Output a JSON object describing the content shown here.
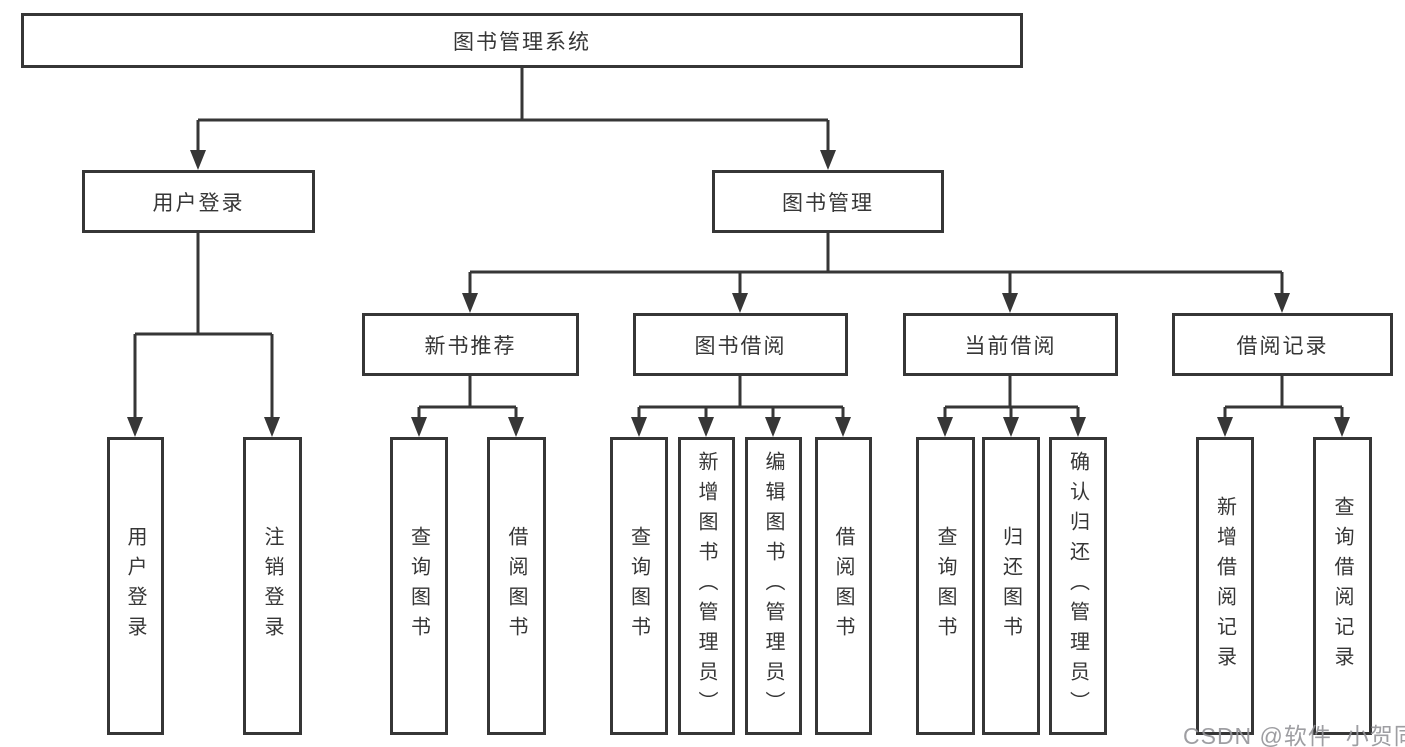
{
  "tree": {
    "root": {
      "label": "图书管理系统"
    },
    "branches": [
      {
        "label": "用户登录",
        "children": [
          {
            "label": "用户登录"
          },
          {
            "label": "注销登录"
          }
        ]
      },
      {
        "label": "图书管理",
        "children": [
          {
            "label": "新书推荐",
            "children": [
              {
                "label": "查询图书"
              },
              {
                "label": "借阅图书"
              }
            ]
          },
          {
            "label": "图书借阅",
            "children": [
              {
                "label": "查询图书"
              },
              {
                "label": "新增图书（管理员）"
              },
              {
                "label": "编辑图书（管理员）"
              },
              {
                "label": "借阅图书"
              }
            ]
          },
          {
            "label": "当前借阅",
            "children": [
              {
                "label": "查询图书"
              },
              {
                "label": "归还图书"
              },
              {
                "label": "确认归还（管理员）"
              }
            ]
          },
          {
            "label": "借阅记录",
            "children": [
              {
                "label": "新增借阅记录"
              },
              {
                "label": "查询借阅记录"
              }
            ]
          }
        ]
      }
    ]
  },
  "watermark": {
    "text": "CSDN @软件_小贺同学"
  },
  "colors": {
    "line": "#363636",
    "box_border": "#363636",
    "box_fill": "#ffffff",
    "text": "#363636",
    "watermark": "#949498"
  }
}
